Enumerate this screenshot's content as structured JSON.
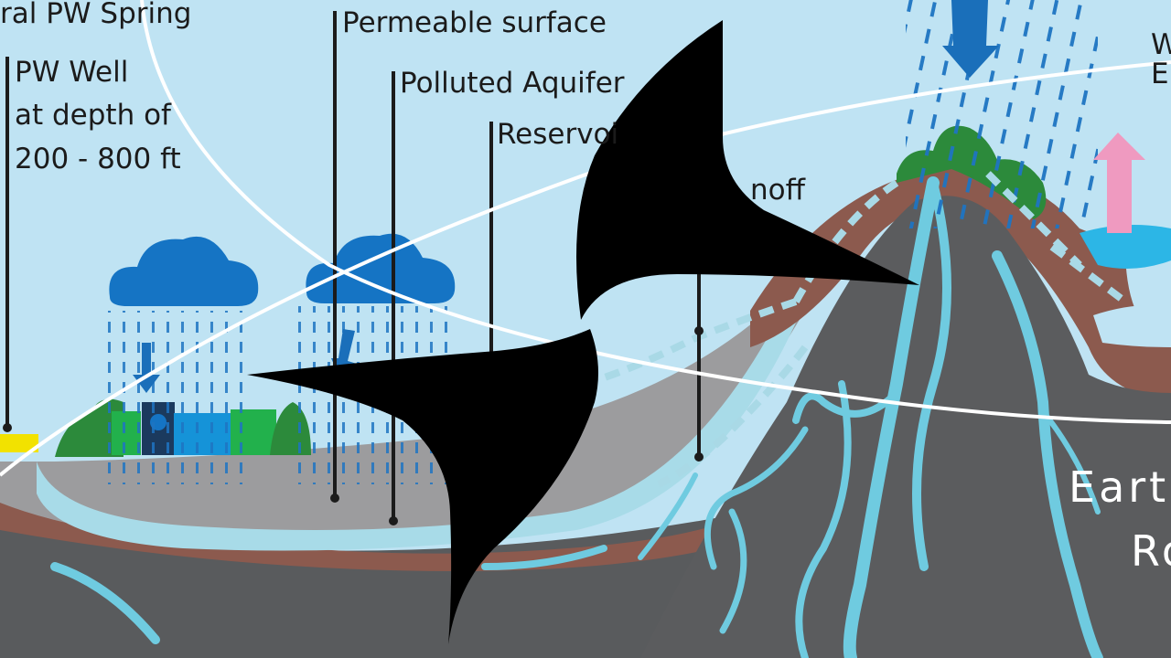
{
  "labels": {
    "spring": "ral PW Spring",
    "well_lines": [
      "PW Well",
      "at depth of",
      "200 - 800 ft"
    ],
    "permeable": "Permeable surface",
    "polluted": "Polluted Aquifer",
    "reservoir": "Reservoi",
    "runoff": "noff",
    "right_top_1": "W",
    "right_top_2": "E",
    "earth": "Eart",
    "rock": "Ro"
  },
  "colors": {
    "sky": "#bfe3f3",
    "cloud": "#1574c4",
    "rain": "#1e74c2",
    "ground_gray": "#9a9a9a",
    "rock_dark": "#5a5a5c",
    "soil_brown": "#8c5a4e",
    "water_light": "#8fd3e3",
    "vein": "#6fcbe0",
    "tree_green": "#2c8a3b",
    "arrow_pink": "#ef9ac0",
    "overlay_black": "#000000"
  },
  "icons": {
    "cloud_left": "rain-cloud-icon",
    "cloud_right": "rain-cloud-icon",
    "logo": "bird-logo-icon"
  }
}
